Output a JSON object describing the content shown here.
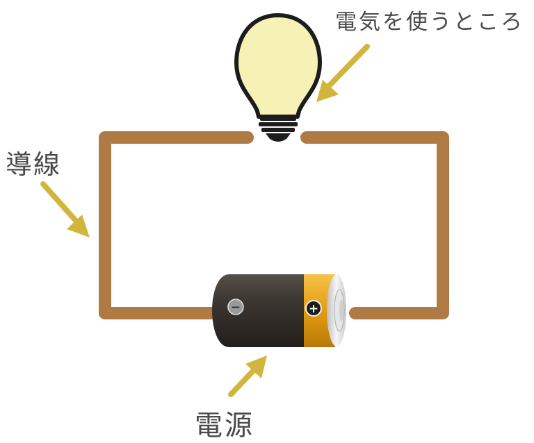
{
  "labels": {
    "load": "電気を使うところ",
    "wire": "導線",
    "power_source": "電源"
  },
  "battery": {
    "negative_symbol": "−",
    "positive_symbol": "+"
  },
  "colors": {
    "wire": "#b07a45",
    "arrow": "#d2b53c",
    "bulb_glass": "#f6f2b6",
    "bulb_outline": "#1c1c1c",
    "battery_body": "#3a3430",
    "battery_cap": "#e9a71c",
    "battery_terminal": "#dcdcdc",
    "text": "#4a4a4a"
  },
  "icons": [
    "light-bulb-icon",
    "battery-icon",
    "arrow-icon"
  ]
}
